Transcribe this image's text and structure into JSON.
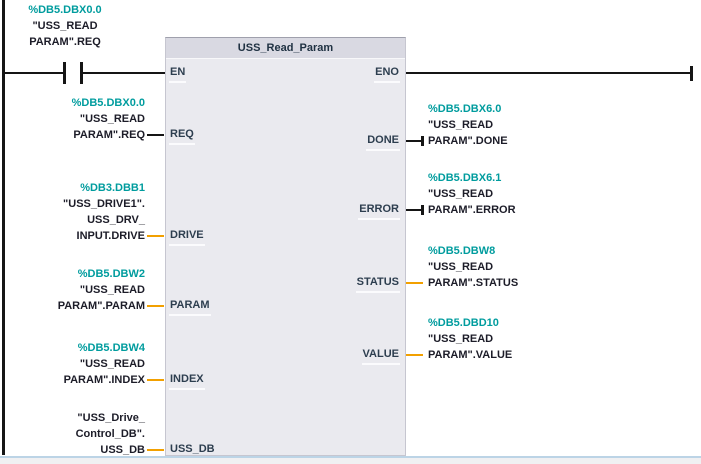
{
  "colors": {
    "address_teal": "#009C9E",
    "operand_dark": "#1C1C28",
    "pin_text": "#2D3E4F",
    "wire_black": "#151515",
    "wire_orange": "#F2A000",
    "block_body": "#EAEAEF",
    "block_header": "#D9D9E2",
    "window_edge_blue": "#BCD4E6"
  },
  "network": {
    "block_title": "USS_Read_Param",
    "pins": {
      "en": "EN",
      "eno": "ENO",
      "req": "REQ",
      "drive": "DRIVE",
      "param": "PARAM",
      "index": "INDEX",
      "uss_db": "USS_DB",
      "done": "DONE",
      "error": "ERROR",
      "status": "STATUS",
      "value": "VALUE"
    },
    "contact_operand": {
      "address": "%DB5.DBX0.0",
      "line2": "\"USS_READ",
      "line3": "PARAM\".REQ"
    },
    "operands": {
      "req": {
        "address": "%DB5.DBX0.0",
        "line2": "\"USS_READ",
        "line3": "PARAM\".REQ"
      },
      "drive": {
        "address": "%DB3.DBB1",
        "line2": "\"USS_DRIVE1\".",
        "line3": "USS_DRV_",
        "line4": "INPUT.DRIVE"
      },
      "param": {
        "address": "%DB5.DBW2",
        "line2": "\"USS_READ",
        "line3": "PARAM\".PARAM"
      },
      "index": {
        "address": "%DB5.DBW4",
        "line2": "\"USS_READ",
        "line3": "PARAM\".INDEX"
      },
      "uss_db": {
        "line1": "\"USS_Drive_",
        "line2": "Control_DB\".",
        "line3": "USS_DB"
      },
      "done": {
        "address": "%DB5.DBX6.0",
        "line2": "\"USS_READ",
        "line3": "PARAM\".DONE"
      },
      "error": {
        "address": "%DB5.DBX6.1",
        "line2": "\"USS_READ",
        "line3": "PARAM\".ERROR"
      },
      "status": {
        "address": "%DB5.DBW8",
        "line2": "\"USS_READ",
        "line3": "PARAM\".STATUS"
      },
      "value": {
        "address": "%DB5.DBD10",
        "line2": "\"USS_READ",
        "line3": "PARAM\".VALUE"
      }
    }
  }
}
